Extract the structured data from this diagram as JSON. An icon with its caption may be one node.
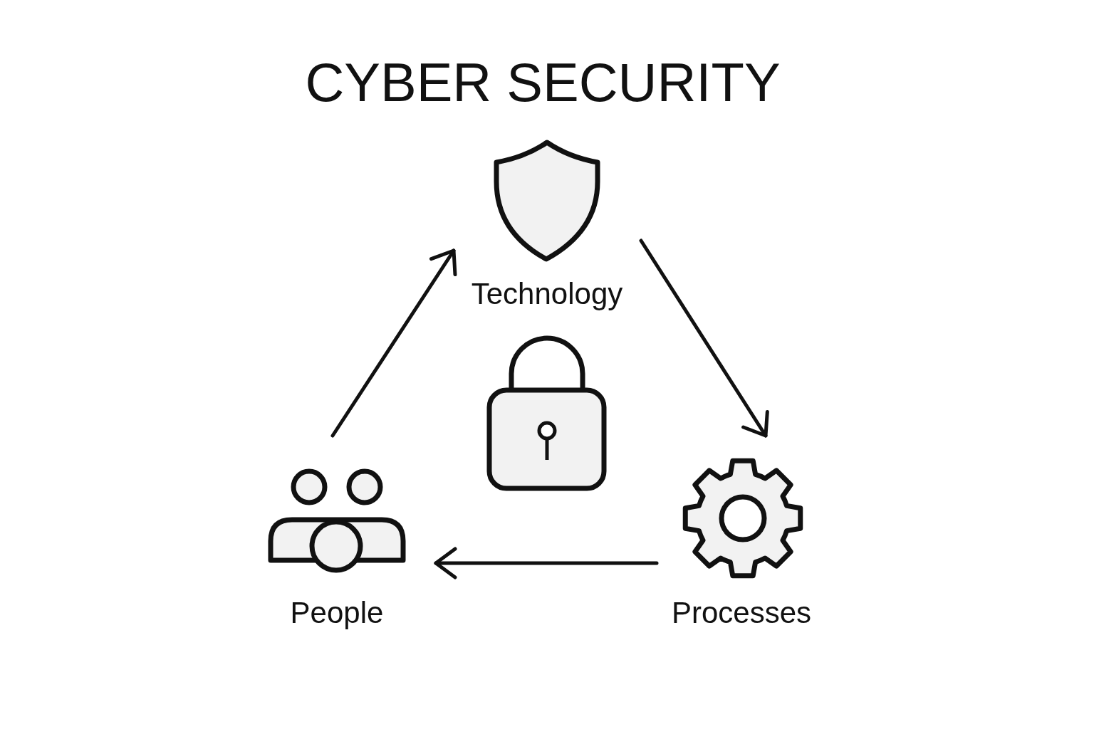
{
  "diagram": {
    "title": "CYBER SECURITY",
    "nodes": [
      {
        "text": [
          "Technology"
        ]
      },
      {
        "text": [
          "People"
        ]
      },
      {
        "text": [
          "Processes"
        ]
      }
    ],
    "edges": [
      {
        "from": 1,
        "to": 0,
        "arrow": "to"
      },
      {
        "from": 0,
        "to": 2,
        "arrow": "to"
      },
      {
        "from": 2,
        "to": 1,
        "arrow": "to"
      }
    ]
  }
}
